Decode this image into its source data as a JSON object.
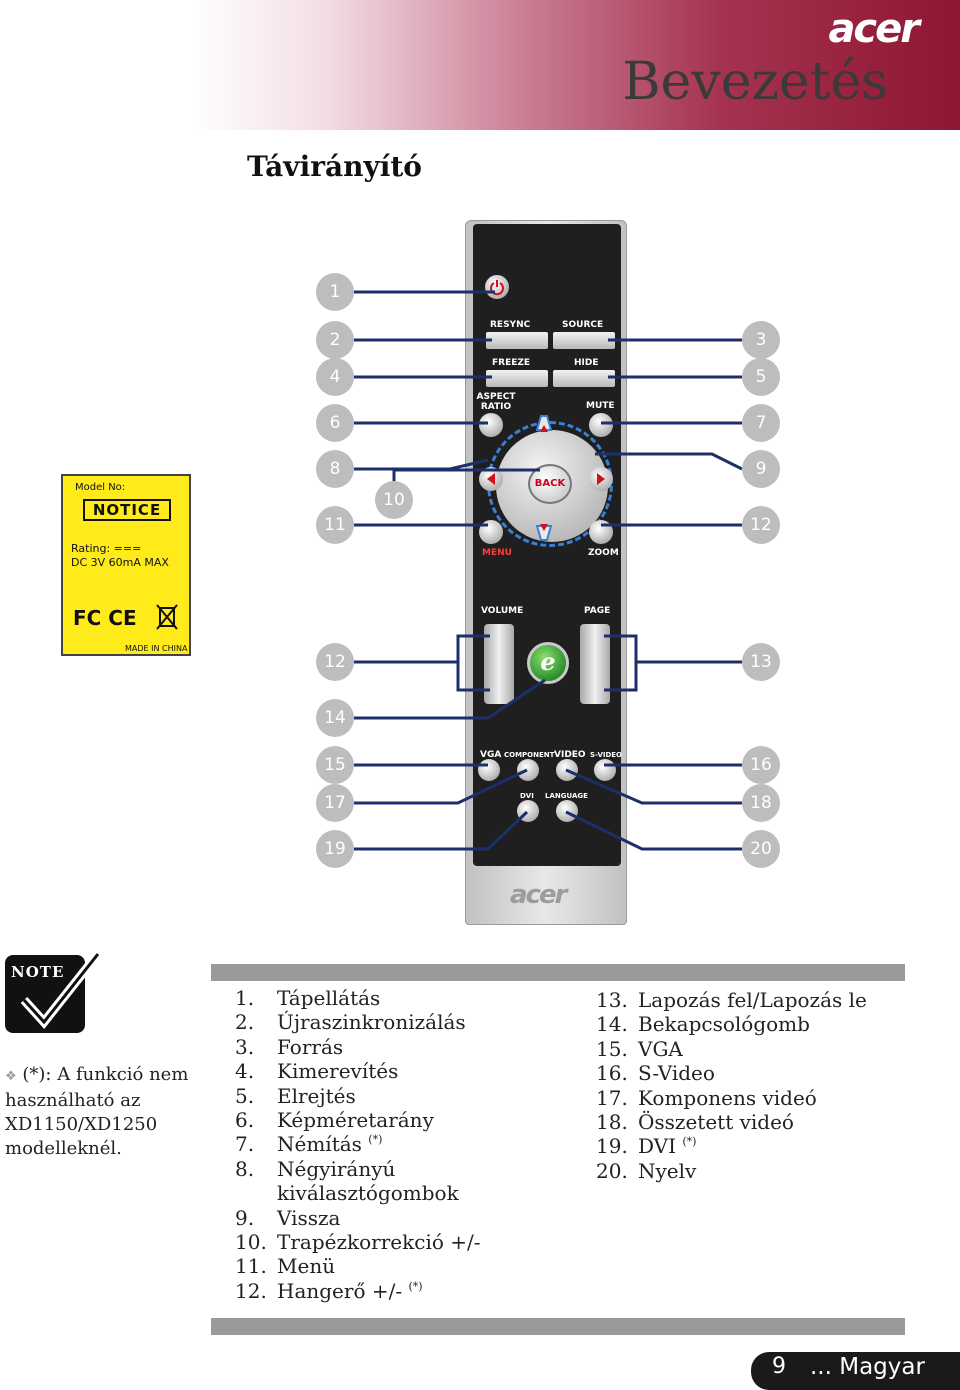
{
  "header": {
    "brand": "acer",
    "chapter": "Bevezetés"
  },
  "section_title": "Távirányító",
  "label_sticker": {
    "model_no": "Model No:",
    "notice": "NOTICE",
    "rating_line1": "Rating: ===",
    "rating_line2": "DC 3V 60mA MAX",
    "logos": "FC CE",
    "made_in": "MADE IN CHINA"
  },
  "remote": {
    "buttons": {
      "resync": "RESYNC",
      "source": "SOURCE",
      "freeze": "FREEZE",
      "hide": "HIDE",
      "aspect_ratio": "ASPECT RATIO",
      "mute": "MUTE",
      "back": "BACK",
      "menu": "MENU",
      "zoom": "ZOOM",
      "volume": "VOLUME",
      "page": "PAGE",
      "e_key": "e",
      "vga": "VGA",
      "component": "COMPONENT",
      "video": "VIDEO",
      "svideo": "S-VIDEO",
      "dvi": "DVI",
      "language": "LANGUAGE",
      "logo": "acer"
    },
    "callouts": [
      "1",
      "2",
      "3",
      "4",
      "5",
      "6",
      "7",
      "8",
      "9",
      "10",
      "11",
      "12",
      "12",
      "13",
      "14",
      "15",
      "16",
      "17",
      "18",
      "19",
      "20"
    ]
  },
  "note": {
    "icon_label": "NOTE",
    "text": "(*): A funkció nem használható az XD1150/XD1250 modelleknél."
  },
  "legend_left": [
    {
      "num": "1.",
      "text": "Tápellátás"
    },
    {
      "num": "2.",
      "text": "Újraszinkronizálás"
    },
    {
      "num": "3.",
      "text": "Forrás"
    },
    {
      "num": "4.",
      "text": "Kimerevítés"
    },
    {
      "num": "5.",
      "text": "Elrejtés"
    },
    {
      "num": "6.",
      "text": "Képméretarány"
    },
    {
      "num": "7.",
      "text": "Némítás",
      "mark": "(*)"
    },
    {
      "num": "8.",
      "text": "Négyirányú"
    },
    {
      "num": "",
      "text": "kiválasztógombok"
    },
    {
      "num": "9.",
      "text": "Vissza"
    },
    {
      "num": "10.",
      "text": "Trapézkorrekció +/-"
    },
    {
      "num": "11.",
      "text": "Menü"
    },
    {
      "num": "12.",
      "text": "Hangerő +/-",
      "mark": "(*)"
    }
  ],
  "legend_right": [
    {
      "num": "13.",
      "text": "Lapozás fel/Lapozás le"
    },
    {
      "num": "14.",
      "text": "Bekapcsológomb"
    },
    {
      "num": "15.",
      "text": "VGA"
    },
    {
      "num": "16.",
      "text": "S-Video"
    },
    {
      "num": "17.",
      "text": "Komponens videó"
    },
    {
      "num": "18.",
      "text": "Összetett videó"
    },
    {
      "num": "19.",
      "text": "DVI",
      "mark": "(*)"
    },
    {
      "num": "20.",
      "text": "Nyelv"
    }
  ],
  "footer": {
    "page_number": "9",
    "language": "... Magyar"
  },
  "colors": {
    "header_accent": "#8e1632",
    "callout": "#bdbdbd",
    "dpad_ring": "#3a7fd6",
    "divider": "#9a9a9a"
  }
}
